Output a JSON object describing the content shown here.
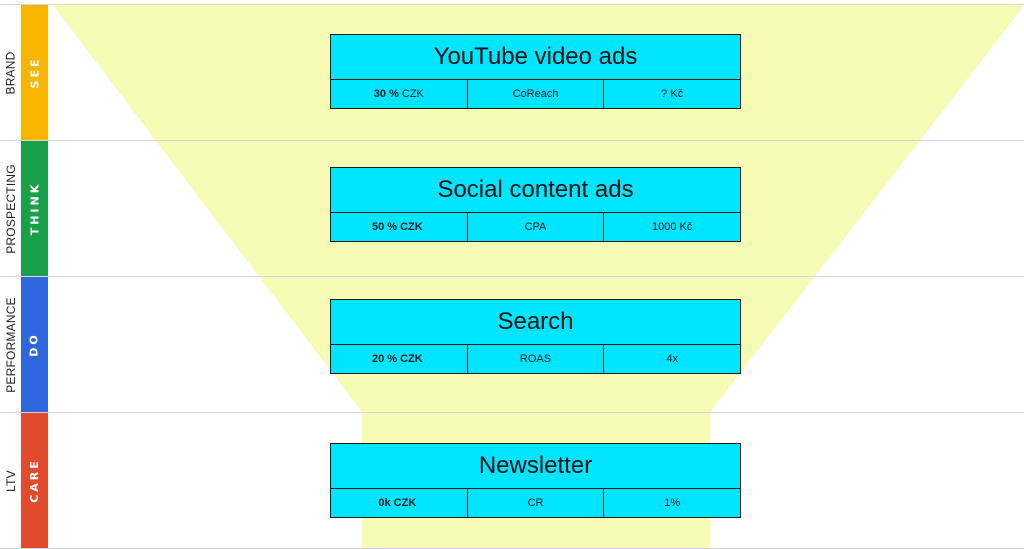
{
  "colors": {
    "funnel": "#f6fbb6",
    "card": "#00e5ff",
    "see": "#f7b500",
    "think": "#1a9f4a",
    "do": "#2f66dd",
    "care": "#e24a2e"
  },
  "rows": [
    {
      "label": "BRAND",
      "stage": "SEE",
      "card": {
        "title": "YouTube video ads",
        "share_bold": "30 %",
        "share_rest": "CZK",
        "metric": "CoReach",
        "value": "? Kč"
      }
    },
    {
      "label": "PROSPECTING",
      "stage": "THINK",
      "card": {
        "title": "Social content ads",
        "share_bold": "50 % CZK",
        "share_rest": "",
        "metric": "CPA",
        "value": "1000 Kč"
      }
    },
    {
      "label": "PERFORMANCE",
      "stage": "DO",
      "card": {
        "title": "Search",
        "share_bold": "20 % CZK",
        "share_rest": "",
        "metric": "ROAS",
        "value": "4x"
      }
    },
    {
      "label": "LTV",
      "stage": "CARE",
      "card": {
        "title": "Newsletter",
        "share_bold": "0k CZK",
        "share_rest": "",
        "metric": "CR",
        "value": "1%"
      }
    }
  ]
}
